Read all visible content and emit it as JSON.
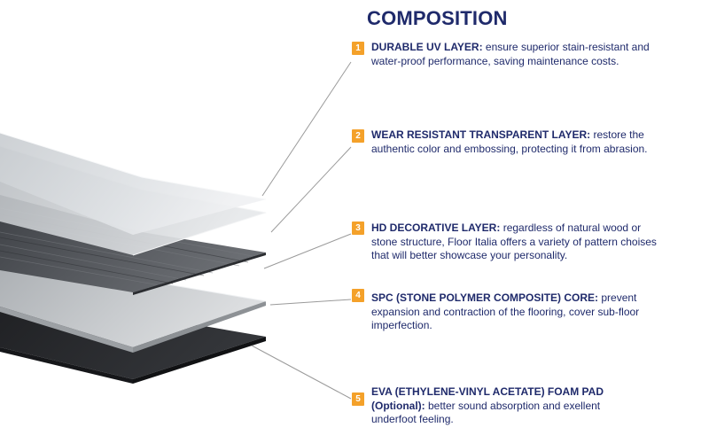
{
  "title": "COMPOSITION",
  "colors": {
    "text": "#1f2a6b",
    "badge": "#f4a12a",
    "leader_line": "#9a9a9a"
  },
  "layers": [
    {
      "number": "1",
      "label": "DURABLE UV LAYER:",
      "description": " ensure superior stain-resistant and water-proof performance, saving maintenance costs."
    },
    {
      "number": "2",
      "label": "WEAR RESISTANT TRANSPARENT LAYER:",
      "description": " restore the authentic color and embossing, protecting it from abrasion."
    },
    {
      "number": "3",
      "label": "HD DECORATIVE LAYER:",
      "description": " regardless of natural wood or stone structure, Floor Italia offers a variety of pattern choises that will better showcase your personality."
    },
    {
      "number": "4",
      "label": "SPC (STONE POLYMER COMPOSITE) CORE:",
      "description": " prevent expansion and contraction of the flooring, cover sub-floor imperfection."
    },
    {
      "number": "5",
      "label": "EVA (ETHYLENE-VINYL ACETATE) FOAM PAD (Optional):",
      "description": " better sound absorption and exellent underfoot feeling."
    }
  ]
}
